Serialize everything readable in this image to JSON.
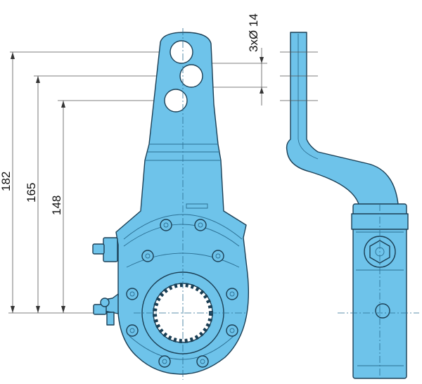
{
  "dimensions": {
    "overall_height": "182",
    "middle_hole_height": "165",
    "lower_hole_height": "148",
    "hole_spec": "3xØ 14"
  },
  "colors": {
    "part_fill": "#6ec3ea",
    "part_outline": "#1b3f55",
    "dimension_line": "#555555"
  }
}
